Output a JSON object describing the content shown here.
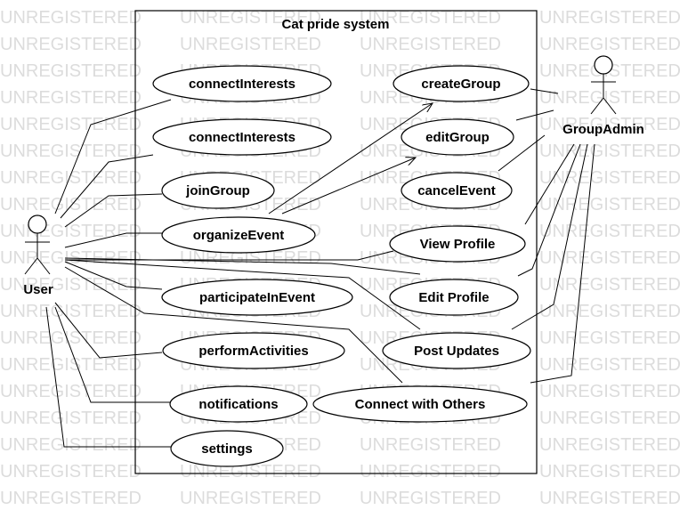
{
  "watermark": "UNREGISTERED",
  "system": {
    "title": "Cat pride system"
  },
  "actors": {
    "user": {
      "name": "User"
    },
    "admin": {
      "name": "GroupAdmin"
    }
  },
  "use_cases": {
    "connect1": "connectInterests",
    "connect2": "connectInterests",
    "join": "joinGroup",
    "organize": "organizeEvent",
    "participate": "participateInEvent",
    "perform": "performActivities",
    "notifications": "notifications",
    "settings": "settings",
    "create": "createGroup",
    "edit": "editGroup",
    "cancel": "cancelEvent",
    "view": "View Profile",
    "editProfile": "Edit Profile",
    "post": "Post Updates",
    "connectOthers": "Connect with Others"
  }
}
